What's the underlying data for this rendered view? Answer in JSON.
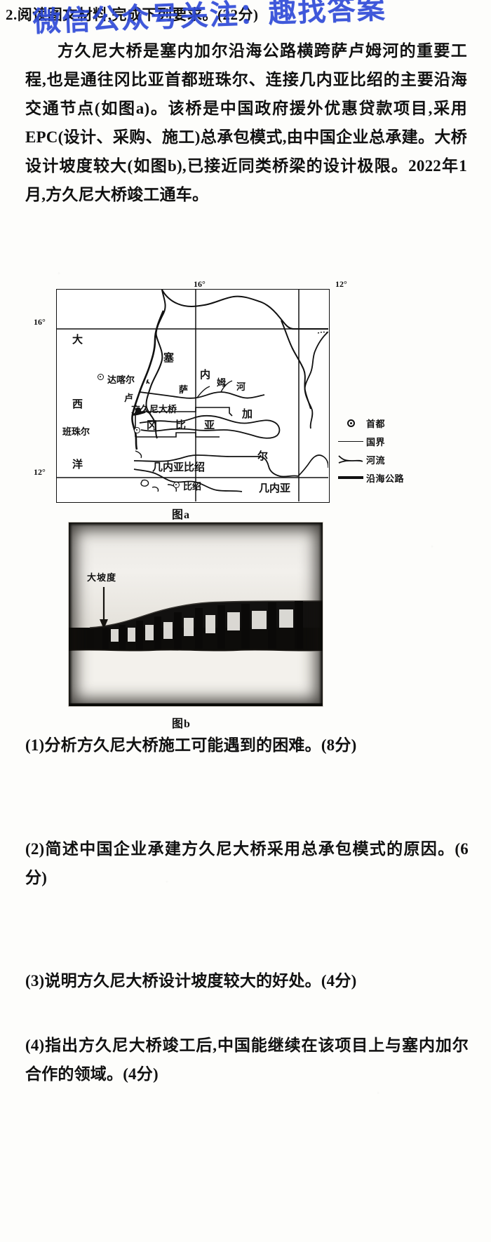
{
  "question": {
    "number": "2.",
    "heading": "2.阅读图文材料,完成下列要求。(22分)",
    "stem": "方久尼大桥是塞内加尔沿海公路横跨萨卢姆河的重要工程,也是通往冈比亚首都班珠尔、连接几内亚比绍的主要沿海交通节点(如图a)。该桥是中国政府援外优惠贷款项目,采用EPC(设计、采购、施工)总承包模式,由中国企业总承建。大桥设计坡度较大(如图b),已接近同类桥梁的设计极限。2022年1月,方久尼大桥竣工通车。"
  },
  "watermark": {
    "text": "微信公众号关注：趣找答案",
    "color": "#2f4bd8"
  },
  "figure_a": {
    "caption": "图a",
    "graticule": {
      "lon_labels": [
        "16°",
        "12°"
      ],
      "lat_labels": [
        "16°",
        "12°"
      ]
    },
    "map_labels": [
      {
        "name": "大西洋",
        "text": "大"
      },
      {
        "name": "daxiyang-xi",
        "text": "西"
      },
      {
        "name": "daxiyang-yang",
        "text": "洋"
      },
      {
        "name": "senegal",
        "text": "塞"
      },
      {
        "name": "senegal-nei",
        "text": "内"
      },
      {
        "name": "senegal-jia",
        "text": "加"
      },
      {
        "name": "senegal-er",
        "text": "尔"
      },
      {
        "name": "dakar",
        "text": "达喀尔"
      },
      {
        "name": "bridge",
        "text": "方久尼大桥"
      },
      {
        "name": "banjul",
        "text": "班珠尔"
      },
      {
        "name": "gambia",
        "text": "冈比亚"
      },
      {
        "name": "guinea-bissau",
        "text": "几内亚比绍"
      },
      {
        "name": "bissau",
        "text": "比绍"
      },
      {
        "name": "guinea",
        "text": "几内亚"
      },
      {
        "name": "saloum-river",
        "text": "萨"
      },
      {
        "name": "saloum-lu",
        "text": "卢"
      },
      {
        "name": "saloum-mu",
        "text": "姆"
      },
      {
        "name": "saloum-he",
        "text": "河"
      }
    ],
    "legend": [
      {
        "symbol": "capital-marker",
        "label": "首都"
      },
      {
        "symbol": "border-line",
        "label": "国界"
      },
      {
        "symbol": "river-line",
        "label": "河流"
      },
      {
        "symbol": "coastal-road-line",
        "label": "沿海公路"
      }
    ]
  },
  "figure_b": {
    "caption": "图b",
    "annotation": "大坡度"
  },
  "sub_questions": [
    {
      "id": "q1",
      "text": "(1)分析方久尼大桥施工可能遇到的困难。(8分)"
    },
    {
      "id": "q2",
      "text": "(2)简述中国企业承建方久尼大桥采用总承包模式的原因。(6分)"
    },
    {
      "id": "q3",
      "text": "(3)说明方久尼大桥设计坡度较大的好处。(4分)"
    },
    {
      "id": "q4",
      "text": "(4)指出方久尼大桥竣工后,中国能继续在该项目上与塞内加尔合作的领域。(4分)"
    }
  ]
}
